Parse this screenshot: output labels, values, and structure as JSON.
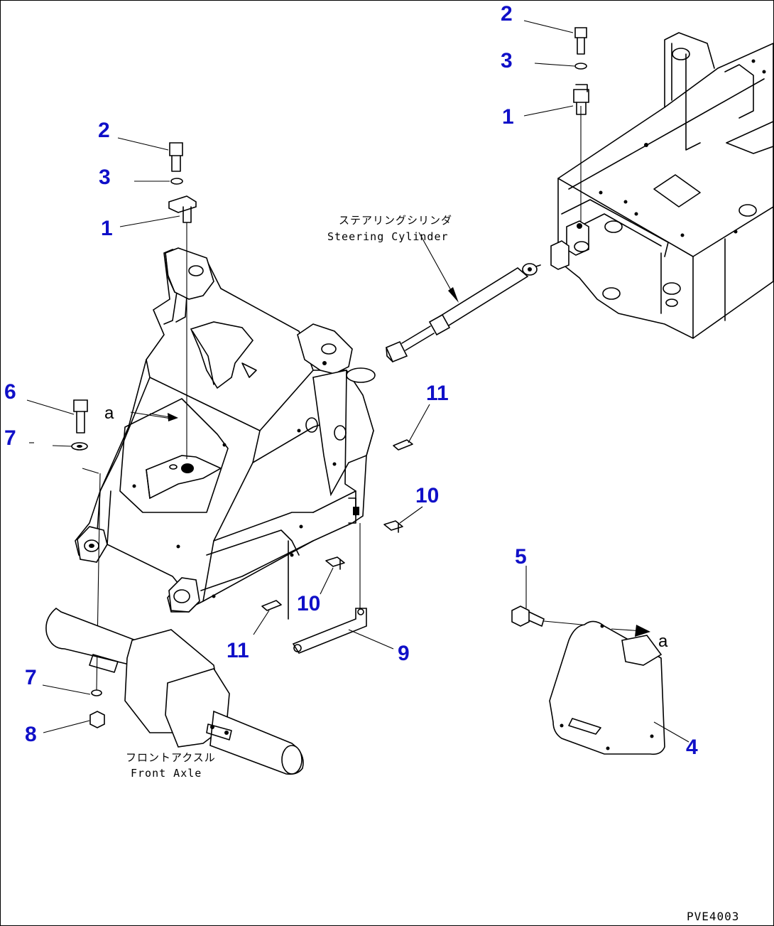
{
  "drawing": {
    "code": "PVE4003",
    "label_color": "#1010c8",
    "labels": {
      "l2_top": "2",
      "l3_top": "3",
      "l1_top": "1",
      "l2_left": "2",
      "l3_left": "3",
      "l1_left": "1",
      "l6": "6",
      "l7_left": "7",
      "l11_right": "11",
      "l10_right": "10",
      "l10_mid": "10",
      "l11_mid": "11",
      "l9": "9",
      "l5": "5",
      "l4": "4",
      "l7_bottom": "7",
      "l8": "8"
    },
    "view_markers": {
      "a_left": "a",
      "a_right": "a"
    },
    "captions": {
      "steering_jp": "ステアリングシリンダ",
      "steering_en": "Steering Cylinder",
      "axle_jp": "フロントアクスル",
      "axle_en": "Front Axle"
    }
  }
}
